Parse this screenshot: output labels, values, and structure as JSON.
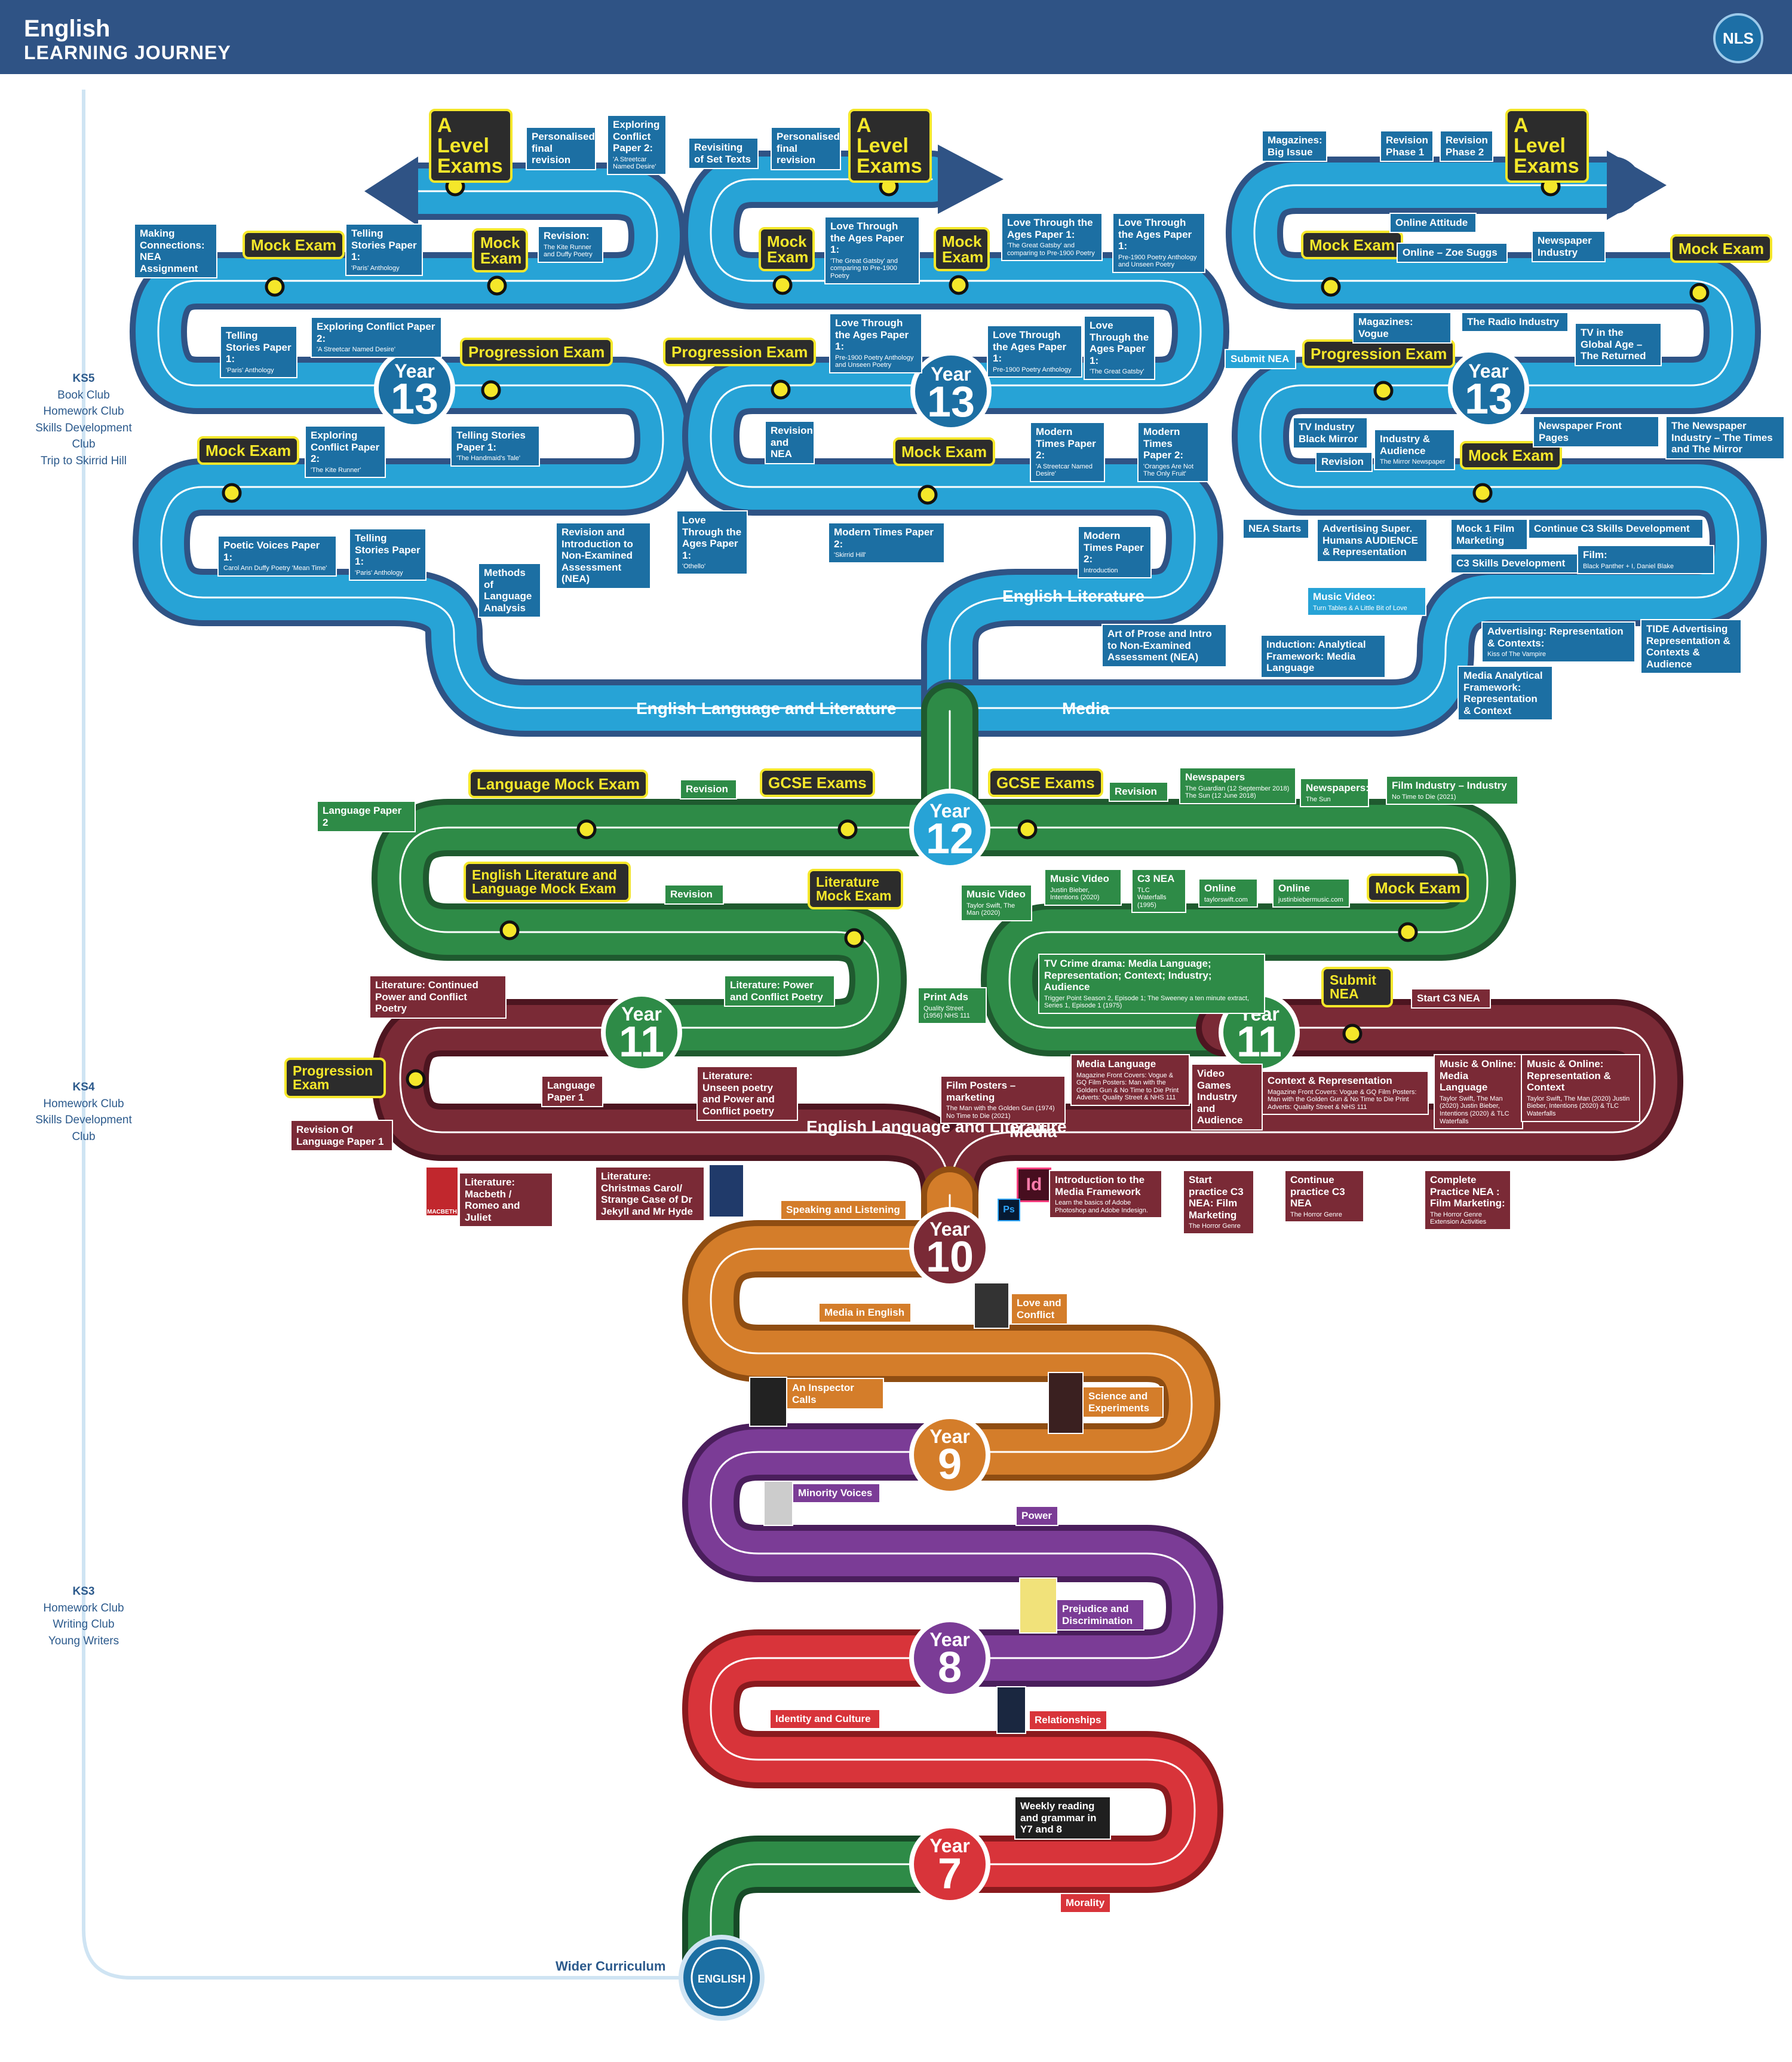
{
  "header": {
    "subject": "English",
    "subtitle": "LEARNING JOURNEY",
    "logo": "NLS"
  },
  "sidebar": {
    "ks5": {
      "title": "KS5",
      "items": [
        "Book Club",
        "Homework Club",
        "Skills Development Club",
        "Trip to Skirrid Hill"
      ]
    },
    "ks4": {
      "title": "KS4",
      "items": [
        "Homework Club",
        "Skills Development Club"
      ]
    },
    "ks3": {
      "title": "KS3",
      "items": [
        "Homework Club",
        "Writing Club",
        "Young Writers"
      ]
    },
    "wider": "Wider Curriculum",
    "badge": "ENGLISH"
  },
  "years": {
    "y7": "7",
    "y8": "8",
    "y9": "9",
    "y10": "10",
    "y11": "11",
    "y12": "12",
    "y13": "13",
    "word": "Year"
  },
  "roads": {
    "lang_lit": "English Language and Literature",
    "media": "Media",
    "english_lit": "English Literature",
    "ks4_lang_lit": "English Language and Literature",
    "ks4_media": "Media"
  },
  "exams": {
    "alevel": "A Level Exams",
    "mock": "Mock Exam",
    "progression": "Progression Exam",
    "gcse": "GCSE Exams",
    "language_mock": "Language Mock Exam",
    "lit_lang_mock": "English Literature and Language Mock Exam",
    "lit_mock": "Literature Mock Exam",
    "submit_nea": "Submit NEA"
  },
  "ks5_lang": {
    "personalised": "Personalised final revision",
    "exploring_p2": "Exploring Conflict Paper 2:",
    "exploring_p2_sub": "'A Streetcar Named Desire'",
    "making": "Making Connections: NEA Assignment",
    "telling1": "Telling Stories Paper 1:",
    "telling1_sub": "'Paris' Anthology",
    "revision_kite": "Revision:",
    "revision_kite_sub": "The Kite Runner and Duffy Poetry",
    "telling2": "Telling Stories Paper 1:",
    "telling2_sub": "'Paris' Anthology",
    "exploring2": "Exploring Conflict Paper 2:",
    "exploring2_sub": "'A Streetcar Named Desire'",
    "exploring3": "Exploring Conflict Paper 2:",
    "exploring3_sub": "'The Kite Runner'",
    "telling3": "Telling Stories Paper 1:",
    "telling3_sub": "'The Handmaid's Tale'",
    "poetic": "Poetic Voices Paper 1:",
    "poetic_sub": "Carol Ann Duffy Poetry 'Mean Time'",
    "telling4": "Telling Stories Paper 1:",
    "telling4_sub": "'Paris' Anthology",
    "rev_intro": "Revision and Introduction to Non-Examined Assessment (NEA)",
    "methods": "Methods of Language Analysis"
  },
  "ks5_lit": {
    "revisiting": "Revisiting of Set Texts",
    "personalised": "Personalised final revision",
    "love1": "Love Through the Ages Paper 1:",
    "love1_sub": "'The Great Gatsby' and comparing to Pre-1900 Poetry",
    "love2": "Love Through the Ages Paper 1:",
    "love2_sub": "'The Great Gatsby' and comparing to Pre-1900 Poetry",
    "love3": "Love Through the Ages Paper 1:",
    "love3_sub": "Pre-1900 Poetry Anthology and Unseen Poetry",
    "love4": "Love Through the Ages Paper 1:",
    "love4_sub": "Pre-1900 Poetry Anthology and Unseen Poetry",
    "love5": "Love Through the Ages Paper 1:",
    "love5_sub": "Pre-1900 Poetry Anthology",
    "love6": "Love Through the Ages Paper 1:",
    "love6_sub": "'The Great Gatsby'",
    "rev_nea": "Revision and NEA",
    "modern1": "Modern Times Paper 2:",
    "modern1_sub": "'A Streetcar Named Desire'",
    "modern2": "Modern Times Paper 2:",
    "modern2_sub": "'Oranges Are Not The Only Fruit'",
    "othello": "Love Through the Ages Paper 1:",
    "othello_sub": "'Othello'",
    "modern3": "Modern Times Paper 2:",
    "modern3_sub": "'Skirrid Hill'",
    "modern4": "Modern Times Paper 2:",
    "modern4_sub": "Introduction",
    "art": "Art of Prose and Intro to Non-Examined Assessment (NEA)"
  },
  "ks5_media": {
    "magazines": "Magazines: Big Issue",
    "rev1": "Revision Phase 1",
    "rev2": "Revision Phase 2",
    "online_att": "Online Attitude",
    "online_zoe": "Online – Zoe Suggs",
    "newspaper_ind": "Newspaper Industry",
    "mag_vogue": "Magazines: Vogue",
    "radio": "The Radio Industry",
    "tv_global": "TV in the Global Age – The Returned",
    "submit": "Submit NEA",
    "front": "Newspaper Front Pages",
    "np_times": "The Newspaper Industry – The Times and The Mirror",
    "tv_ind": "TV Industry Black Mirror",
    "industry": "Industry & Audience",
    "industry_sub": "The Mirror Newspaper",
    "revision": "Revision",
    "nea_starts": "NEA Starts",
    "adv_super": "Advertising Super. Humans AUDIENCE & Representation",
    "mock1": "Mock 1 Film Marketing",
    "cont_c3": "Continue C3 Skills Development",
    "c3": "C3 Skills Development",
    "film": "Film:",
    "film_sub": "Black Panther + I, Daniel Blake",
    "music": "Music Video:",
    "music_sub": "Turn Tables & A Little Bit of Love",
    "adv_rep": "Advertising: Representation & Contexts:",
    "adv_rep_sub": "Kiss of The Vampire",
    "tide": "TIDE Advertising Representation & Contexts & Audience",
    "induction": "Induction: Analytical Framework: Media Language",
    "media_af": "Media Analytical Framework: Representation & Context"
  },
  "y12": {
    "paper2": "Language Paper 2",
    "revision1": "Revision",
    "revision2": "Revision",
    "revision3": "Revision",
    "newspapers": "Newspapers",
    "newspapers_sub": "The Guardian (12 September 2018) The Sun (12 June 2018)",
    "newspapers2": "Newspapers:",
    "newspapers2_sub": "The Sun",
    "film_ind": "Film Industry – Industry",
    "film_ind_sub": "No Time to Die (2021)",
    "music_v": "Music Video",
    "music_v_sub": "Taylor Swift, The Man (2020)",
    "music_v2": "Music Video",
    "music_v2_sub": "Justin Bieber, Intentions (2020)",
    "c3nea": "C3 NEA",
    "c3nea_sub": "TLC Waterfalls (1995)",
    "online1": "Online",
    "online1_sub": "taylorswift.com",
    "online2": "Online",
    "online2_sub": "justinbiebermusic.com",
    "tv_crime": "TV Crime drama: Media Language; Representation; Context; Industry; Audience",
    "tv_crime_sub": "Trigger Point Season 2, Episode 1; The Sweeney a ten minute extract, Series 1, Episode 1 (1975)",
    "lit_cont": "Literature: Continued Power and Conflict Poetry",
    "lit_power": "Literature: Power and Conflict Poetry",
    "print": "Print Ads",
    "print_sub": "Quality Street (1956) NHS 111"
  },
  "y11": {
    "start_c3": "Start C3 NEA",
    "revision_of": "Revision Of Language Paper 1",
    "lang1": "Language Paper 1",
    "unseen": "Literature: Unseen poetry and Power and Conflict poetry",
    "film_posters": "Film Posters – marketing",
    "film_posters_sub": "The Man with the Golden Gun (1974) No Time to Die (2021)",
    "media_lang": "Media Language",
    "media_lang_sub": "Magazine Front Covers: Vogue & GQ Film Posters: Man with the Golden Gun & No Time to Die Print Adverts: Quality Street & NHS 111",
    "video_games": "Video Games Industry and Audience",
    "context_rep": "Context & Representation",
    "context_rep_sub": "Magazine Front Covers: Vogue & GQ Film Posters: Man with the Golden Gun & No Time to Die Print Adverts: Quality Street & NHS 111",
    "music_online": "Music & Online: Media Language",
    "music_online_sub": "Taylor Swift, The Man (2020) Justin Bieber, Intentions (2020) & TLC Waterfalls",
    "music_online2": "Music & Online: Representation & Context",
    "music_online2_sub": "Taylor Swift, The Man (2020) Justin Bieber, Intentions (2020) & TLC Waterfalls",
    "macbeth": "Literature: Macbeth / Romeo and Juliet",
    "christmas": "Literature: Christmas Carol/ Strange Case of Dr Jekyll and Mr Hyde",
    "intro_media": "Introduction to the Media Framework",
    "intro_media_sub": "Learn the basics of Adobe Photoshop and Adobe Indesign.",
    "start_practice": "Start practice C3 NEA: Film Marketing",
    "start_practice_sub": "The Horror Genre",
    "continue_practice": "Continue practice C3 NEA",
    "continue_practice_sub": "The Horror Genre",
    "complete": "Complete Practice NEA : Film Marketing:",
    "complete_sub": "The Horror Genre Extension Activities",
    "book_macbeth": "MACBETH",
    "icon_id": "Id",
    "icon_ps": "Ps"
  },
  "y10": {
    "speaking": "Speaking and Listening",
    "media_eng": "Media in English",
    "love_conflict": "Love and Conflict",
    "inspector": "An Inspector Calls",
    "science": "Science and Experiments"
  },
  "y9": {
    "minority": "Minority Voices",
    "power": "Power"
  },
  "y8": {
    "prejudice": "Prejudice and Discrimination",
    "identity": "Identity and Culture",
    "relationships": "Relationships"
  },
  "y7": {
    "weekly": "Weekly reading and grammar in Y7 and 8",
    "morality": "Morality"
  },
  "colors": {
    "header": "#2f5385",
    "ks5": "#1c6fa3",
    "ks5_light": "#27a3d6",
    "green": "#2e8b47",
    "maroon": "#7a2a36",
    "orange": "#d47d2a",
    "purple": "#7b3c96",
    "red": "#d8343a",
    "dark": "#1f1f1f",
    "exam_yellow": "#f5e72a"
  }
}
